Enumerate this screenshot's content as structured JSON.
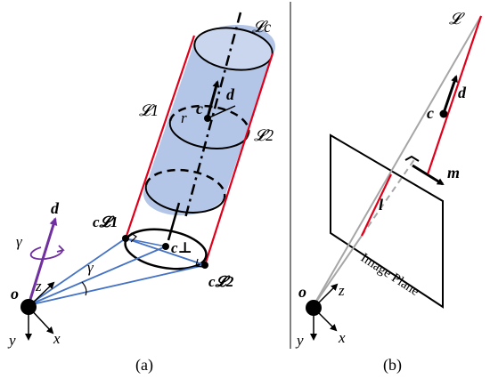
{
  "panel_a": {
    "caption": "(a)",
    "axis_label_lc": "𝓛c",
    "line_label_l1": "𝓛1",
    "line_label_l2": "𝓛2",
    "direction_label": "d",
    "center_label": "c",
    "radius_label": "r",
    "origin_direction_label": "d",
    "gamma_label_origin": "γ",
    "gamma_label_angle": "γ",
    "point_c_l1": "c𝓛1",
    "point_c_perp": "c⊥",
    "point_c_l2": "c𝓛2",
    "origin_label": "o",
    "x_label": "x",
    "y_label": "y",
    "z_label": "z"
  },
  "panel_b": {
    "caption": "(b)",
    "line_label": "𝓛",
    "direction_label": "d",
    "center_label": "c",
    "moment_label": "m",
    "image_line_label": "l",
    "image_plane_label": "Image Plane",
    "origin_label": "o",
    "x_label": "x",
    "y_label": "y",
    "z_label": "z"
  },
  "colors": {
    "cylinder_fill": "#b4c6e7",
    "red_line": "#e0001b",
    "blue_line": "#4472c4",
    "purple_arrow": "#7030a0",
    "grey_line": "#a6a6a6",
    "black": "#000000"
  }
}
